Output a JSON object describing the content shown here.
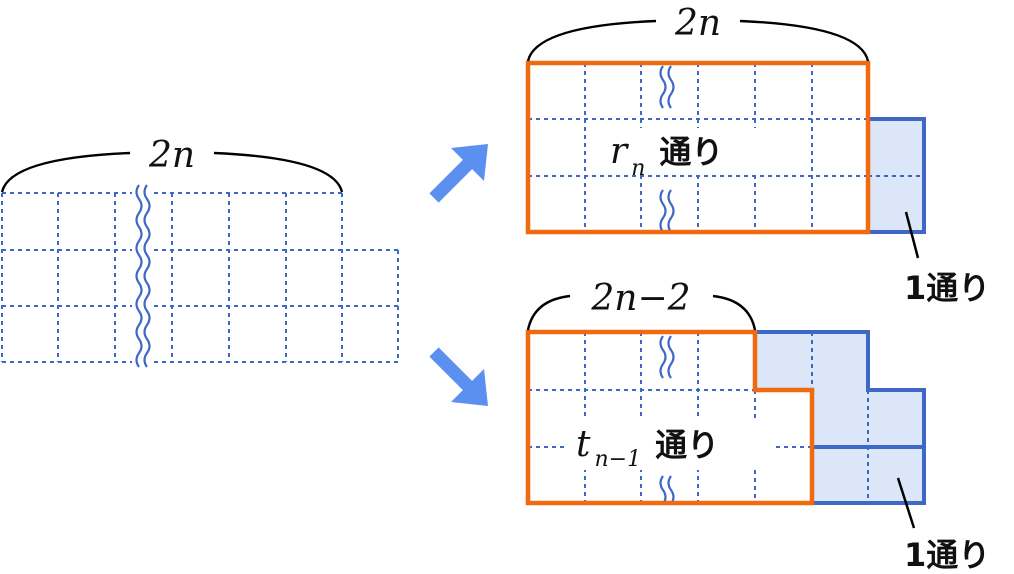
{
  "left_figure": {
    "width_label": "2n"
  },
  "top_right": {
    "width_label": "2n",
    "region_var": "r",
    "region_sub": "n",
    "region_suffix": "通り",
    "tail_label": "1通り"
  },
  "bottom_right": {
    "width_label": "2n−2",
    "region_var": "t",
    "region_sub": "n−1",
    "region_suffix": "通り",
    "tail_label": "1通り"
  },
  "colors": {
    "grid": "#3f67c6",
    "orange_frame": "#f06a12",
    "fill_light_blue": "#dbe6f8",
    "arrow": "#5b8ff0"
  }
}
